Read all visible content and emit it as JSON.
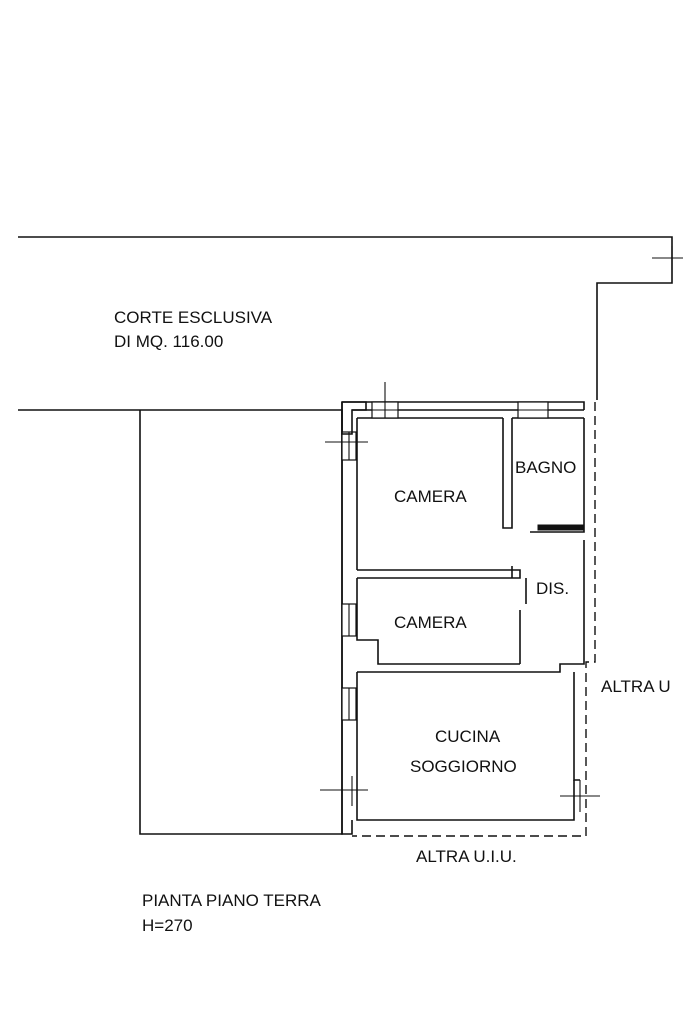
{
  "labels": {
    "court_line1": "CORTE ESCLUSIVA",
    "court_line2": "DI MQ. 116.00",
    "room_bagno": "BAGNO",
    "room_camera_1": "CAMERA",
    "room_camera_2": "CAMERA",
    "room_dis": "DIS.",
    "room_cucina_line1": "CUCINA",
    "room_cucina_line2": "SOGGIORNO",
    "adjacent_right": "ALTRA U",
    "adjacent_bottom": "ALTRA U.I.U.",
    "plan_title": "PIANTA PIANO TERRA",
    "plan_height": "H=270"
  }
}
